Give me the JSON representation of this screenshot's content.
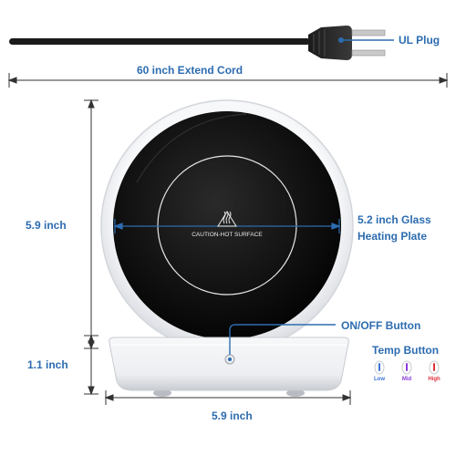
{
  "labels": {
    "plug": "UL Plug",
    "cord": "60 inch Extend Cord",
    "height": "5.9 inch",
    "plate_line1": "5.2 inch Glass",
    "plate_line2": "Heating Plate",
    "onoff": "ON/OFF Button",
    "temp": "Temp Button",
    "base_height": "1.1 inch",
    "base_width": "5.9 inch",
    "caution": "CAUTION-HOT SURFACE"
  },
  "temp_levels": [
    {
      "label": "Low",
      "color": "#3a6fd8"
    },
    {
      "label": "Mid",
      "color": "#8a3ad8"
    },
    {
      "label": "High",
      "color": "#e0303a"
    }
  ],
  "colors": {
    "accent": "#2d6cb0",
    "dimension_line": "#333333",
    "plate": "#0d0d0d",
    "rim": "#f2f3f5"
  },
  "icons": [
    "plug-icon",
    "heat-warning-icon",
    "power-button-icon"
  ]
}
